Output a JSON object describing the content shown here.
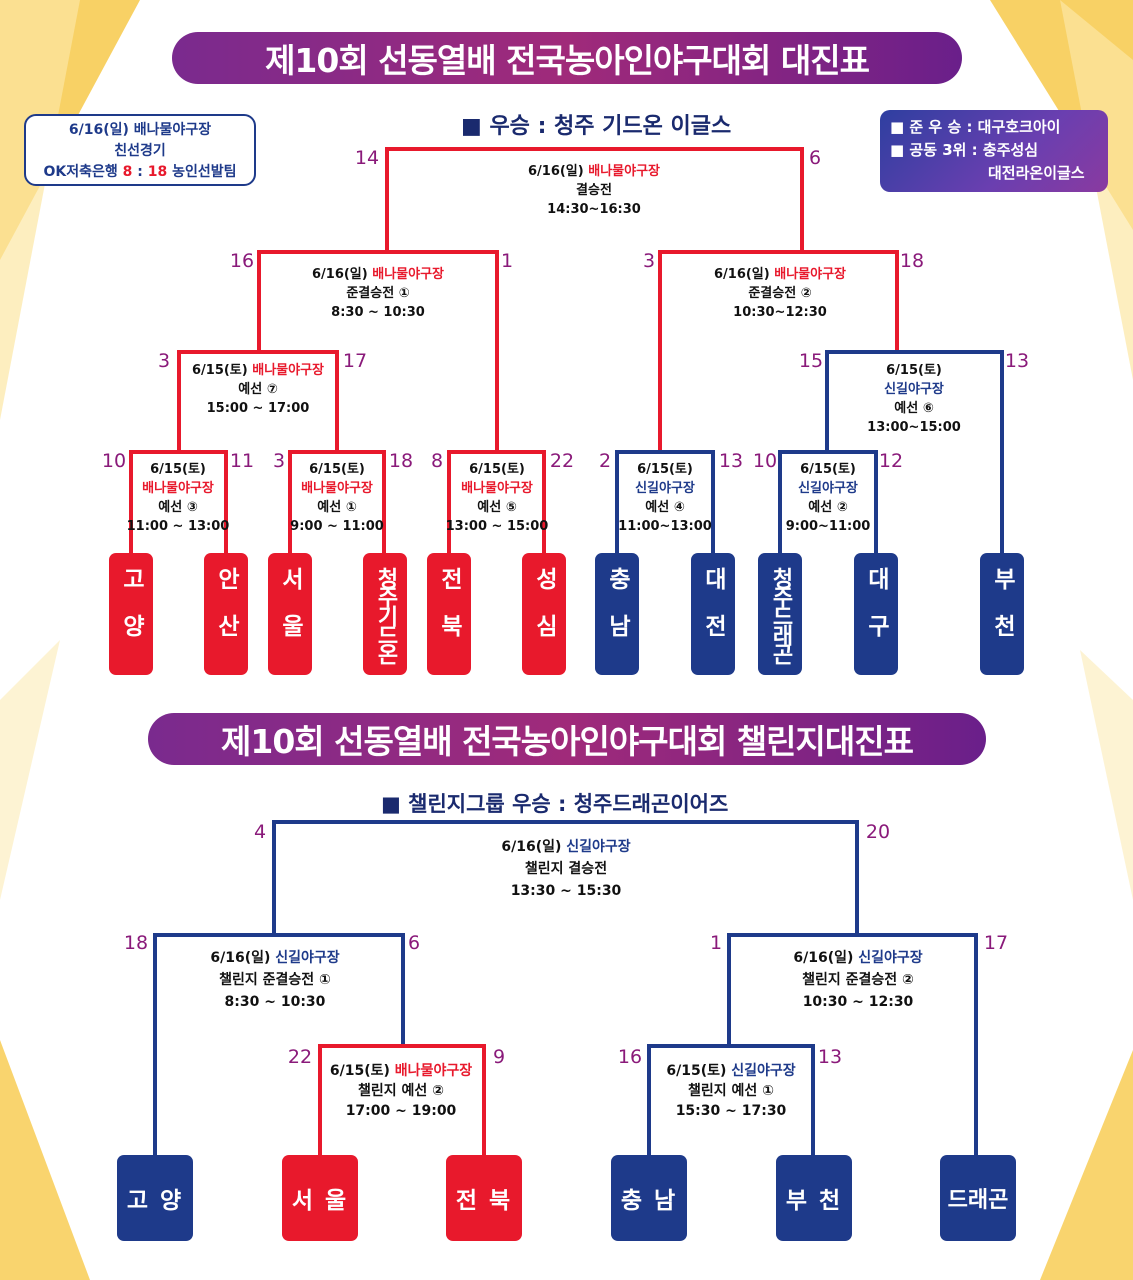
{
  "title_main": "제10회 선동열배 전국농아인야구대회 대진표",
  "title_challenge": "제10회 선동열배 전국농아인야구대회 챌린지대진표",
  "winner_main": "■ 우승 : 청주 기드온 이글스",
  "winner_challenge": "■ 챌린지그룹 우승 : 청주드래곤이어즈",
  "friendly": {
    "line1": "6/16(일) 배나물야구장",
    "line2": "친선경기",
    "team1": "OK저축은행",
    "score1": "8",
    "sep": " : ",
    "score2": "18",
    "team2": "농인선발팀"
  },
  "results": {
    "runner_up": "■ 준 우 승 : 대구호크아이",
    "third": "■ 공동 3위 : 충주성심",
    "third2": "대전라온이글스"
  },
  "colors": {
    "red": "#e8192c",
    "blue": "#1e3a8a",
    "score": "#8a1a7a",
    "banner": "#7a2a8e"
  },
  "main_matches": {
    "final": {
      "date": "6/16(일)",
      "venue": "배나물야구장",
      "round": "결승전",
      "time": "14:30~16:30",
      "score_left": "14",
      "score_right": "6"
    },
    "semi1": {
      "date": "6/16(일)",
      "venue": "배나물야구장",
      "round": "준결승전 ①",
      "time": "8:30 ~ 10:30",
      "score_left": "16",
      "score_right": "1"
    },
    "semi2": {
      "date": "6/16(일)",
      "venue": "배나물야구장",
      "round": "준결승전 ②",
      "time": "10:30~12:30",
      "score_left": "3",
      "score_right": "18"
    },
    "p7": {
      "date": "6/15(토)",
      "venue": "배나물야구장",
      "round": "예선 ⑦",
      "time": "15:00 ~ 17:00",
      "score_left": "3",
      "score_right": "17"
    },
    "p6": {
      "date": "6/15(토)",
      "venue": "신길야구장",
      "round": "예선 ⑥",
      "time": "13:00~15:00",
      "score_left": "15",
      "score_right": "13"
    },
    "p3": {
      "date": "6/15(토)",
      "venue": "배나물야구장",
      "round": "예선 ③",
      "time": "11:00 ~ 13:00",
      "score_left": "10",
      "score_right": "11"
    },
    "p1": {
      "date": "6/15(토)",
      "venue": "배나물야구장",
      "round": "예선 ①",
      "time": "9:00 ~ 11:00",
      "score_left": "3",
      "score_right": "18"
    },
    "p5": {
      "date": "6/15(토)",
      "venue": "배나물야구장",
      "round": "예선 ⑤",
      "time": "13:00 ~ 15:00",
      "score_left": "8",
      "score_right": "22"
    },
    "p4": {
      "date": "6/15(토)",
      "venue": "신길야구장",
      "round": "예선 ④",
      "time": "11:00~13:00",
      "score_left": "2",
      "score_right": "13"
    },
    "p2": {
      "date": "6/15(토)",
      "venue": "신길야구장",
      "round": "예선 ②",
      "time": "9:00~11:00",
      "score_left": "10",
      "score_right": "12"
    }
  },
  "main_teams": [
    "고양",
    "안산",
    "서울",
    "청주기드온",
    "전북",
    "성심",
    "충남",
    "대전",
    "청주드래곤",
    "대구",
    "부천"
  ],
  "ch_matches": {
    "final": {
      "date": "6/16(일)",
      "venue": "신길야구장",
      "round": "챌린지 결승전",
      "time": "13:30 ~ 15:30",
      "score_left": "4",
      "score_right": "20"
    },
    "semi1": {
      "date": "6/16(일)",
      "venue": "신길야구장",
      "round": "챌린지 준결승전 ①",
      "time": "8:30 ~ 10:30",
      "score_left": "18",
      "score_right": "6"
    },
    "semi2": {
      "date": "6/16(일)",
      "venue": "신길야구장",
      "round": "챌린지 준결승전 ②",
      "time": "10:30 ~ 12:30",
      "score_left": "1",
      "score_right": "17"
    },
    "p2": {
      "date": "6/15(토)",
      "venue": "배나물야구장",
      "round": "챌린지 예선 ②",
      "time": "17:00 ~ 19:00",
      "score_left": "22",
      "score_right": "9"
    },
    "p1": {
      "date": "6/15(토)",
      "venue": "신길야구장",
      "round": "챌린지 예선 ①",
      "time": "15:30 ~ 17:30",
      "score_left": "16",
      "score_right": "13"
    }
  },
  "ch_teams": [
    "고 양",
    "서 울",
    "전 북",
    "충 남",
    "부 천",
    "드래곤"
  ]
}
